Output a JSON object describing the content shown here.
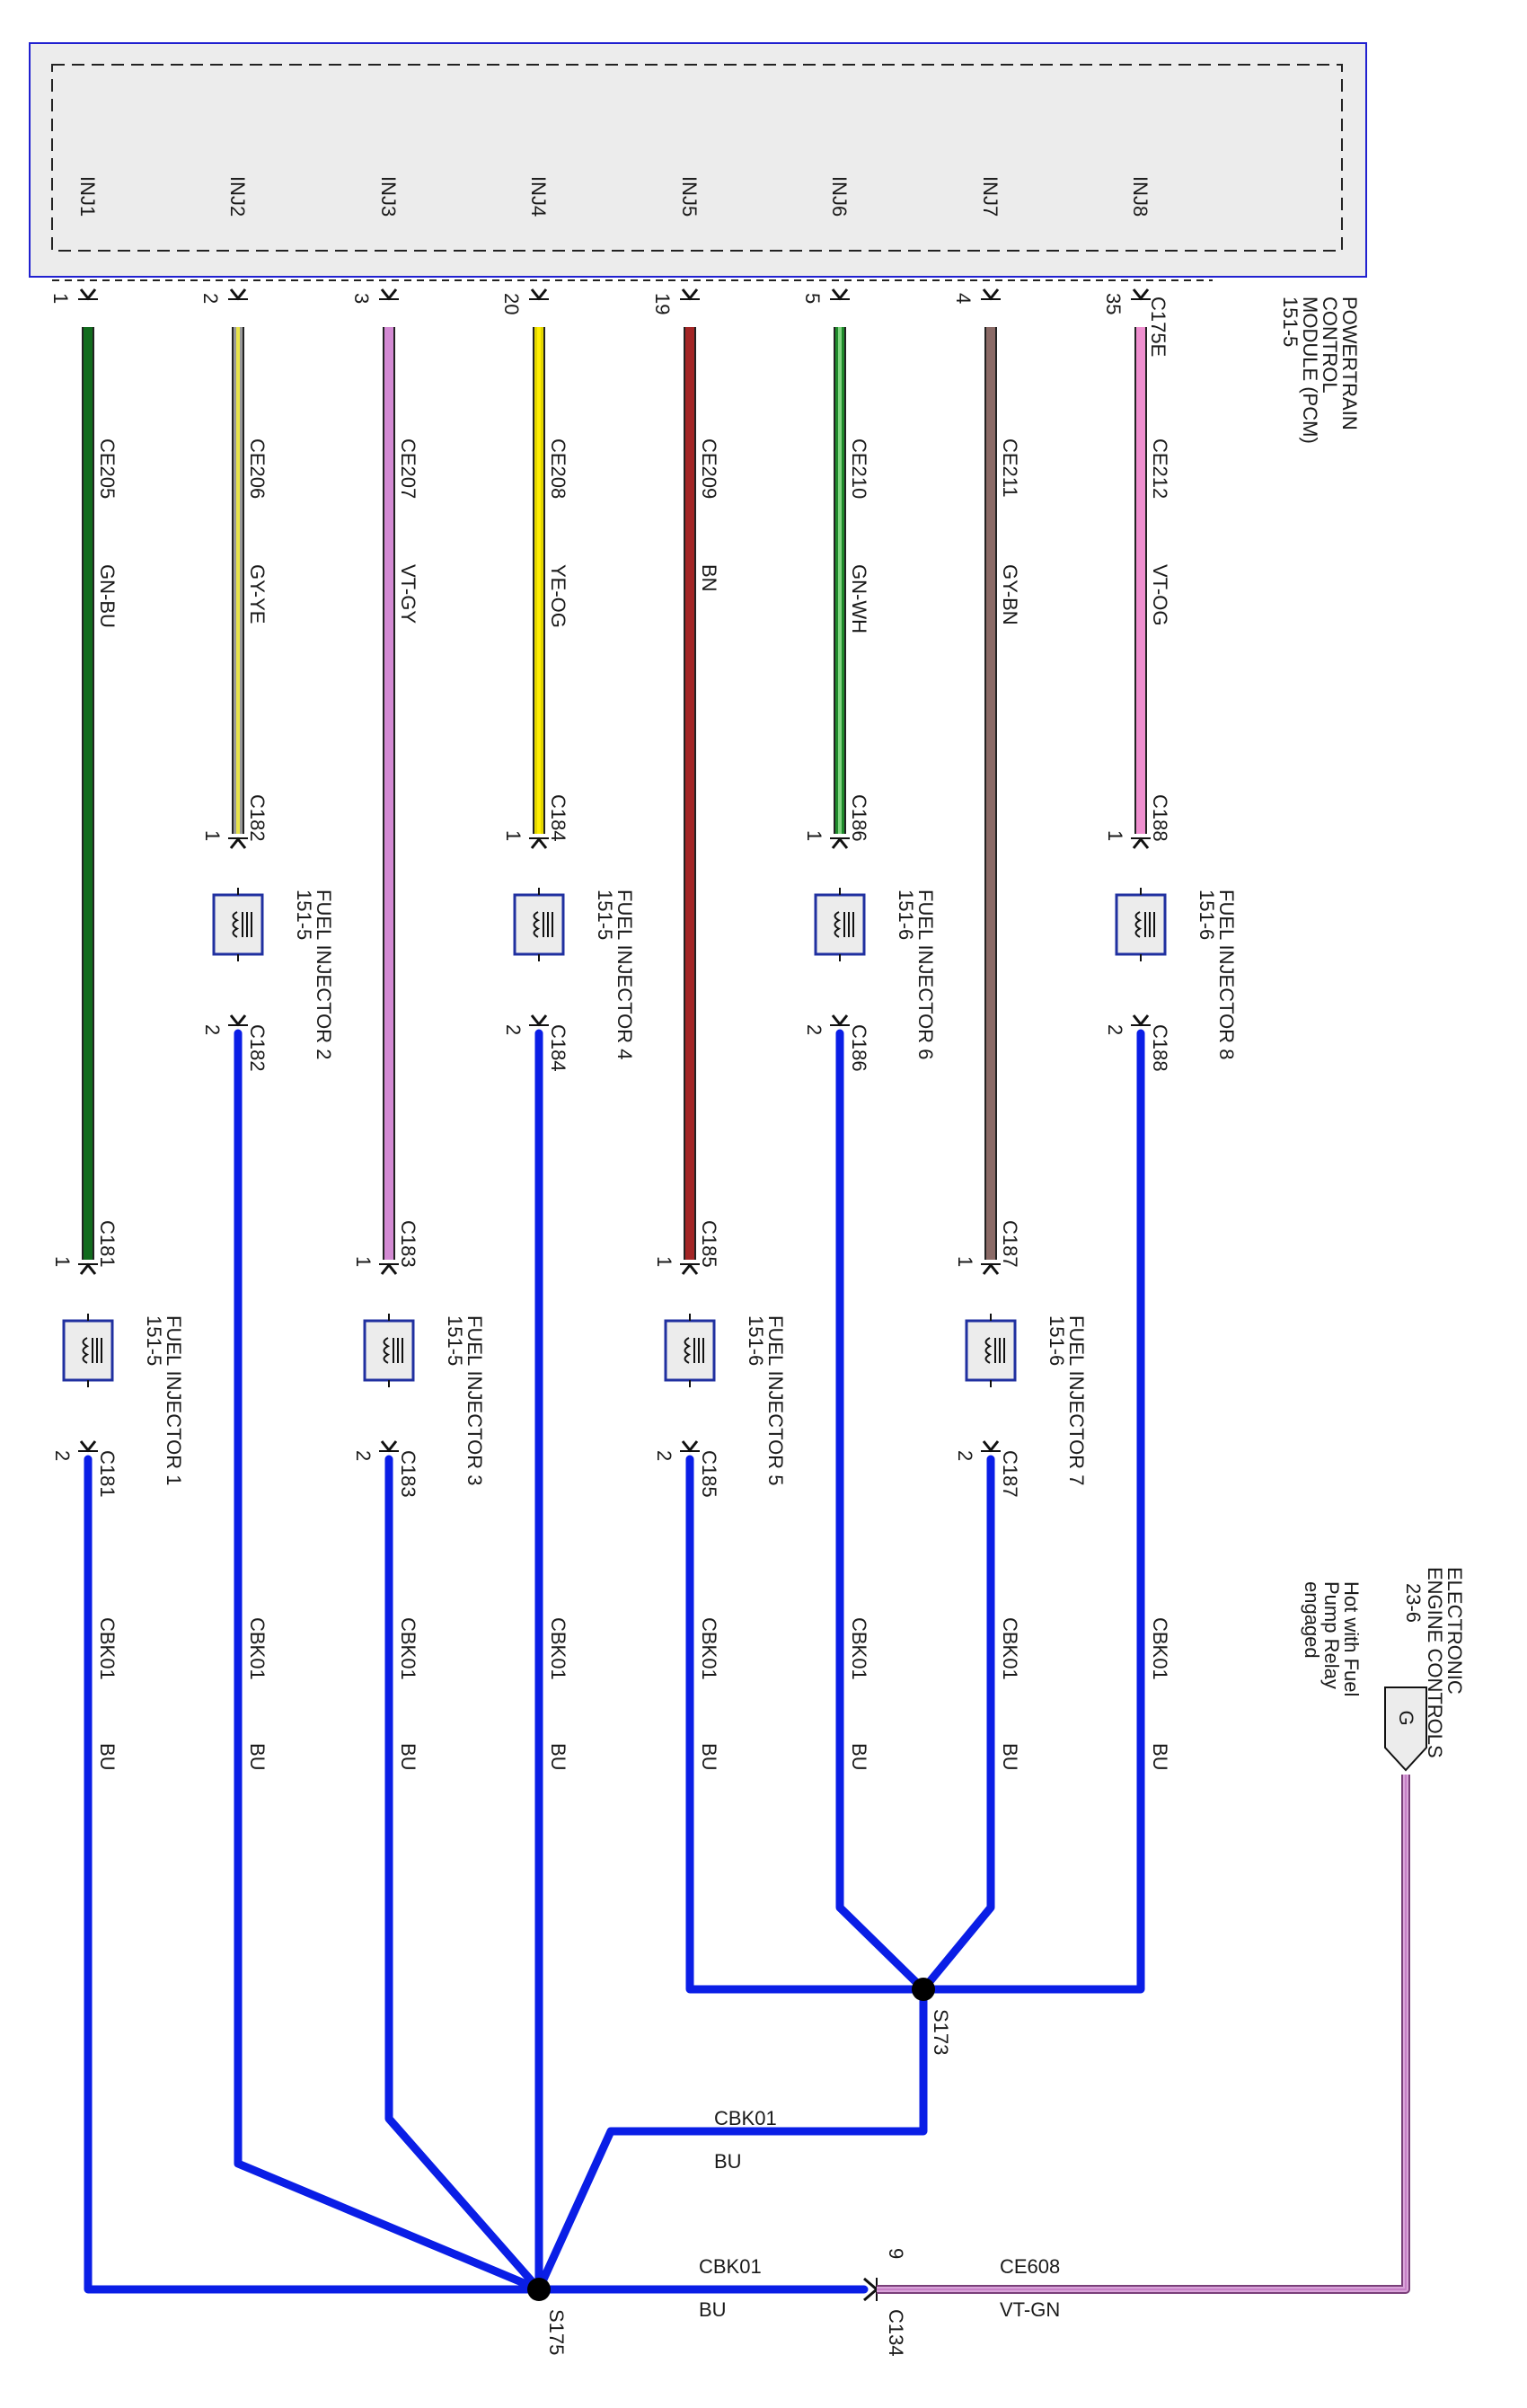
{
  "module": {
    "name_lines": [
      "POWERTRAIN",
      "CONTROL",
      "MODULE (PCM)",
      "151-5"
    ],
    "connector": "C175E"
  },
  "circuits": [
    {
      "pin_label": "INJ1",
      "pcm_pin": "1",
      "circuit": "CE205",
      "color": "GN-BU",
      "injector_name": "FUEL INJECTOR 1",
      "injector_ref": "151-5",
      "connector": "C181",
      "wire_hex": "#116b1d",
      "tracer_hex": "#116b1d"
    },
    {
      "pin_label": "INJ2",
      "pcm_pin": "2",
      "circuit": "CE206",
      "color": "GY-YE",
      "injector_name": "FUEL INJECTOR 2",
      "injector_ref": "151-5",
      "connector": "C182",
      "wire_hex": "#9a9a9a",
      "tracer_hex": "#e8e34a"
    },
    {
      "pin_label": "INJ3",
      "pcm_pin": "3",
      "circuit": "CE207",
      "color": "VT-GY",
      "injector_name": "FUEL INJECTOR 3",
      "injector_ref": "151-5",
      "connector": "C183",
      "wire_hex": "#d38ad3",
      "tracer_hex": "#d38ad3"
    },
    {
      "pin_label": "INJ4",
      "pcm_pin": "20",
      "circuit": "CE208",
      "color": "YE-OG",
      "injector_name": "FUEL INJECTOR 4",
      "injector_ref": "151-5",
      "connector": "C184",
      "wire_hex": "#e3d600",
      "tracer_hex": "#ffee00"
    },
    {
      "pin_label": "INJ5",
      "pcm_pin": "19",
      "circuit": "CE209",
      "color": "BN",
      "injector_name": "FUEL INJECTOR 5",
      "injector_ref": "151-6",
      "connector": "C185",
      "wire_hex": "#a32626",
      "tracer_hex": "#a32626"
    },
    {
      "pin_label": "INJ6",
      "pcm_pin": "5",
      "circuit": "CE210",
      "color": "GN-WH",
      "injector_name": "FUEL INJECTOR 6",
      "injector_ref": "151-6",
      "connector": "C186",
      "wire_hex": "#1f8a2b",
      "tracer_hex": "#7fd37f"
    },
    {
      "pin_label": "INJ7",
      "pcm_pin": "4",
      "circuit": "CE211",
      "color": "GY-BN",
      "injector_name": "FUEL INJECTOR 7",
      "injector_ref": "151-6",
      "connector": "C187",
      "wire_hex": "#8a6a66",
      "tracer_hex": "#8a6a66"
    },
    {
      "pin_label": "INJ8",
      "pcm_pin": "35",
      "circuit": "CE212",
      "color": "VT-OG",
      "injector_name": "FUEL INJECTOR 8",
      "injector_ref": "151-6",
      "connector": "C188",
      "wire_hex": "#ef8fcf",
      "tracer_hex": "#ef8fcf"
    }
  ],
  "pins": {
    "in": "1",
    "out": "2"
  },
  "ground": {
    "circuit": "CBK01",
    "color": "BU",
    "wire_hex": "#0a1ee6",
    "splice_main": "S175",
    "splice_secondary": "S173"
  },
  "feed": {
    "connector": "C134",
    "pin": "9",
    "circuit": "CE608",
    "color": "VT-GN",
    "wire_hex": "#c67fc6",
    "g_label": "G",
    "ref": "23-6",
    "title_lines": [
      "ELECTRONIC",
      "ENGINE CONTROLS"
    ],
    "note_lines": [
      "Hot with Fuel",
      "Pump Relay",
      "engaged"
    ]
  }
}
